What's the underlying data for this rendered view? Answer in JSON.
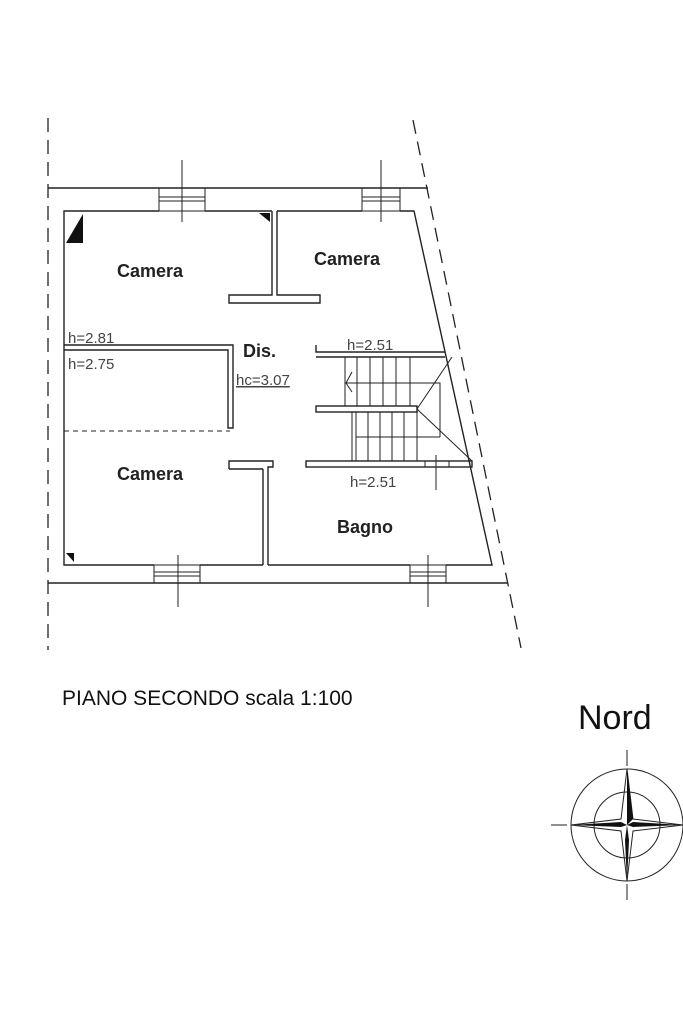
{
  "plan": {
    "title": "PIANO SECONDO scala 1:100",
    "rooms": {
      "camera_top_left": "Camera",
      "camera_top_right": "Camera",
      "camera_bottom": "Camera",
      "disimpegno": "Dis.",
      "bagno": "Bagno"
    },
    "heights": {
      "h1": "h=2.81",
      "h2": "h=2.75",
      "hc": "hc=3.07",
      "h_stair_top": "h=2.51",
      "h_stair_bottom": "h=2.51"
    }
  },
  "compass": {
    "label": "Nord",
    "icon": "compass-rose-icon"
  }
}
